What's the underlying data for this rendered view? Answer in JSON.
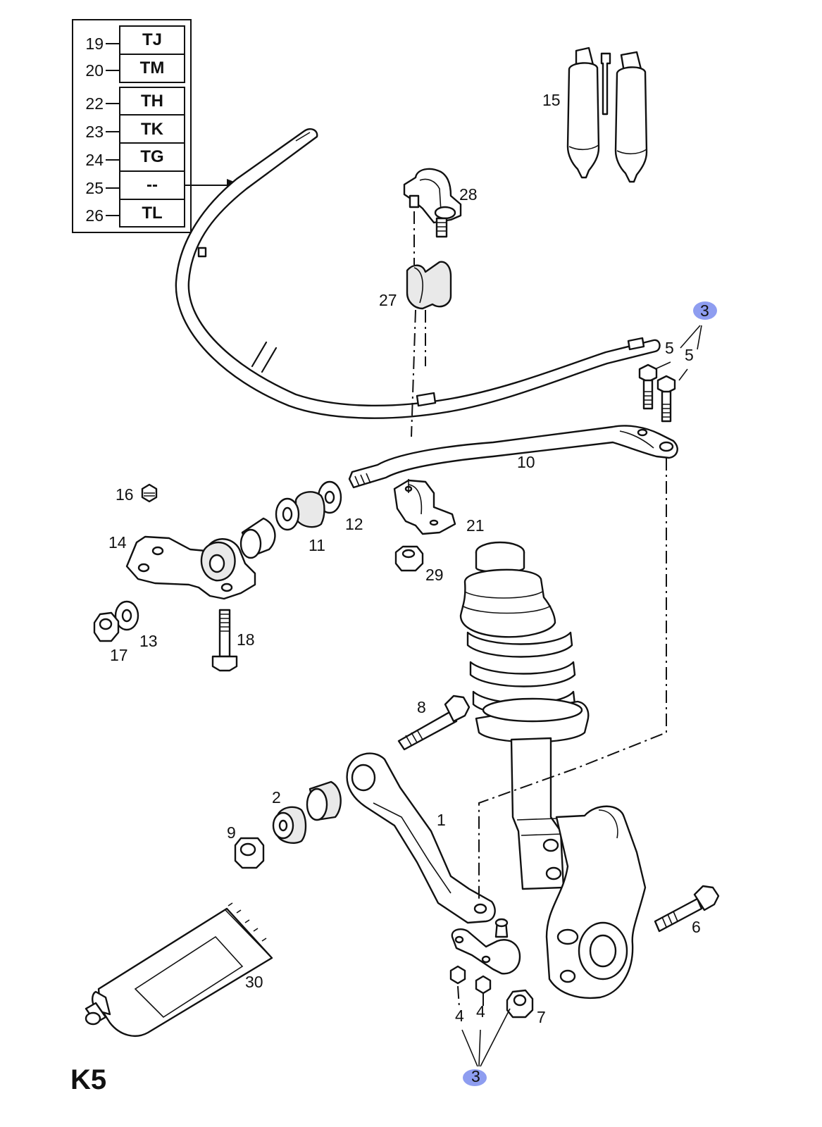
{
  "sheet_label": "K5",
  "option_table": {
    "rows": [
      {
        "num": "19",
        "code": "TJ"
      },
      {
        "num": "20",
        "code": "TM"
      },
      {
        "num": "22",
        "code": "TH"
      },
      {
        "num": "23",
        "code": "TK"
      },
      {
        "num": "24",
        "code": "TG"
      },
      {
        "num": "25",
        "code": "--"
      },
      {
        "num": "26",
        "code": "TL"
      }
    ]
  },
  "callouts": {
    "c1": "1",
    "c2": "2",
    "c3": "3",
    "c3b": "3",
    "c4a": "4",
    "c4b": "4",
    "c5a": "5",
    "c5b": "5",
    "c6": "6",
    "c7": "7",
    "c8": "8",
    "c9": "9",
    "c10": "10",
    "c11": "11",
    "c12": "12",
    "c13": "13",
    "c14": "14",
    "c15": "15",
    "c16": "16",
    "c17": "17",
    "c18": "18",
    "c21": "21",
    "c27": "27",
    "c28": "28",
    "c29": "29",
    "c30": "30"
  },
  "highlight_color": "#8e9df0"
}
